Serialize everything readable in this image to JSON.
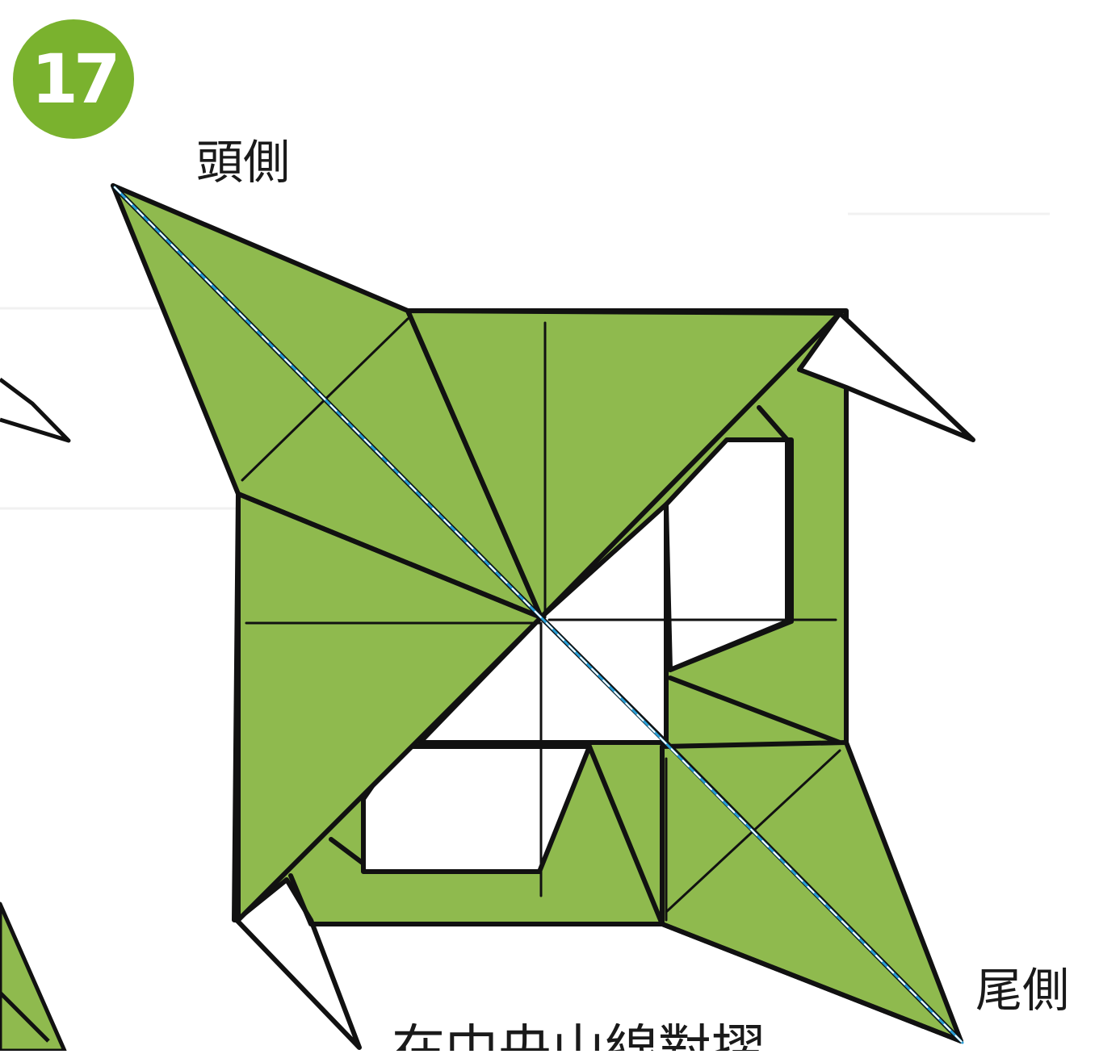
{
  "step": {
    "number": "17"
  },
  "labels": {
    "head_side": "頭側",
    "tail_side": "尾側",
    "instruction": "在中央山線對摺"
  },
  "colors": {
    "paper_green": "#8fba4e",
    "badge_green": "#7ab22e",
    "outline": "#111111",
    "center_line": "#2aa0d8",
    "white_side": "#ffffff"
  }
}
